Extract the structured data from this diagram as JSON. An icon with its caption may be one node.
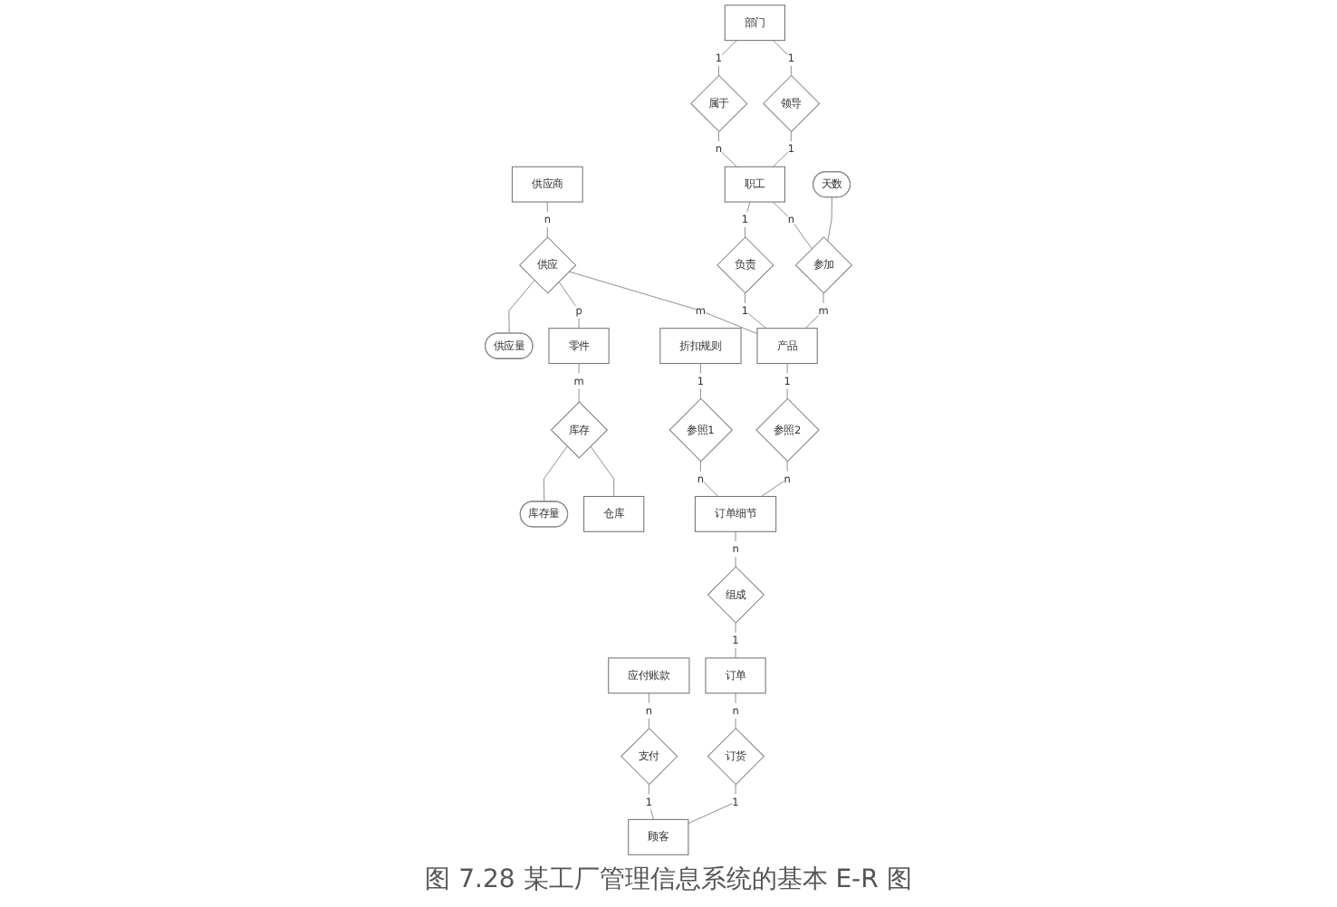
{
  "diagram": {
    "caption": "图 7.28 某工厂管理信息系统的基本 E-R 图",
    "nodes": [
      {
        "text": [
          "部门"
        ]
      },
      {
        "text": [
          "领导"
        ]
      },
      {
        "text": [
          "属于"
        ]
      },
      {
        "text": [
          "职工"
        ]
      },
      {
        "text": [
          "天数"
        ]
      },
      {
        "text": [
          "参加"
        ]
      },
      {
        "text": [
          "负责"
        ]
      },
      {
        "text": [
          "供应商"
        ]
      },
      {
        "text": [
          "供应"
        ]
      },
      {
        "text": [
          "供应量"
        ]
      },
      {
        "text": [
          "产品"
        ]
      },
      {
        "text": [
          "零件"
        ]
      },
      {
        "text": [
          "库存"
        ]
      },
      {
        "text": [
          "库存量"
        ]
      },
      {
        "text": [
          "仓库"
        ]
      },
      {
        "text": [
          "参照2"
        ]
      },
      {
        "text": [
          "折扣规则"
        ]
      },
      {
        "text": [
          "参照1"
        ]
      },
      {
        "text": [
          "订单细节"
        ]
      },
      {
        "text": [
          "组成"
        ]
      },
      {
        "text": [
          "订单"
        ]
      },
      {
        "text": [
          "订货"
        ]
      },
      {
        "text": [
          "应付账款"
        ]
      },
      {
        "text": [
          "支付"
        ]
      },
      {
        "text": [
          "顾客"
        ]
      }
    ],
    "edges": [
      {
        "from": 0,
        "to": 1,
        "arrow": "none",
        "label": "1"
      },
      {
        "from": 1,
        "to": 3,
        "arrow": "none",
        "label": "1"
      },
      {
        "from": 0,
        "to": 2,
        "arrow": "none",
        "label": "1"
      },
      {
        "from": 2,
        "to": 3,
        "arrow": "none",
        "label": "n"
      },
      {
        "from": 4,
        "to": 5,
        "arrow": "none"
      },
      {
        "from": 3,
        "to": 5,
        "arrow": "none",
        "label": "n"
      },
      {
        "from": 5,
        "to": 10,
        "arrow": "none",
        "label": "m"
      },
      {
        "from": 3,
        "to": 6,
        "arrow": "none",
        "label": "1"
      },
      {
        "from": 6,
        "to": 10,
        "arrow": "none",
        "label": "1"
      },
      {
        "from": 7,
        "to": 8,
        "arrow": "none",
        "label": "n"
      },
      {
        "from": 8,
        "to": 10,
        "arrow": "none",
        "label": "m"
      },
      {
        "from": 8,
        "to": 9,
        "arrow": "none"
      },
      {
        "from": 8,
        "to": 11,
        "arrow": "none",
        "label": "p"
      },
      {
        "from": 11,
        "to": 12,
        "arrow": "none",
        "label": "m"
      },
      {
        "from": 12,
        "to": 13,
        "arrow": "none"
      },
      {
        "from": 12,
        "to": 14,
        "arrow": "none"
      },
      {
        "from": 10,
        "to": 15,
        "arrow": "none",
        "label": "1"
      },
      {
        "from": 15,
        "to": 18,
        "arrow": "none",
        "label": "n"
      },
      {
        "from": 16,
        "to": 17,
        "arrow": "none",
        "label": "1"
      },
      {
        "from": 17,
        "to": 18,
        "arrow": "none",
        "label": "n"
      },
      {
        "from": 18,
        "to": 19,
        "arrow": "none",
        "label": "n"
      },
      {
        "from": 19,
        "to": 20,
        "arrow": "none",
        "label": "1"
      },
      {
        "from": 20,
        "to": 21,
        "arrow": "none",
        "label": "n"
      },
      {
        "from": 21,
        "to": 24,
        "arrow": "none",
        "label": "1"
      },
      {
        "from": 22,
        "to": 23,
        "arrow": "none",
        "label": "n"
      },
      {
        "from": 23,
        "to": 24,
        "arrow": "none",
        "label": "1"
      }
    ]
  }
}
